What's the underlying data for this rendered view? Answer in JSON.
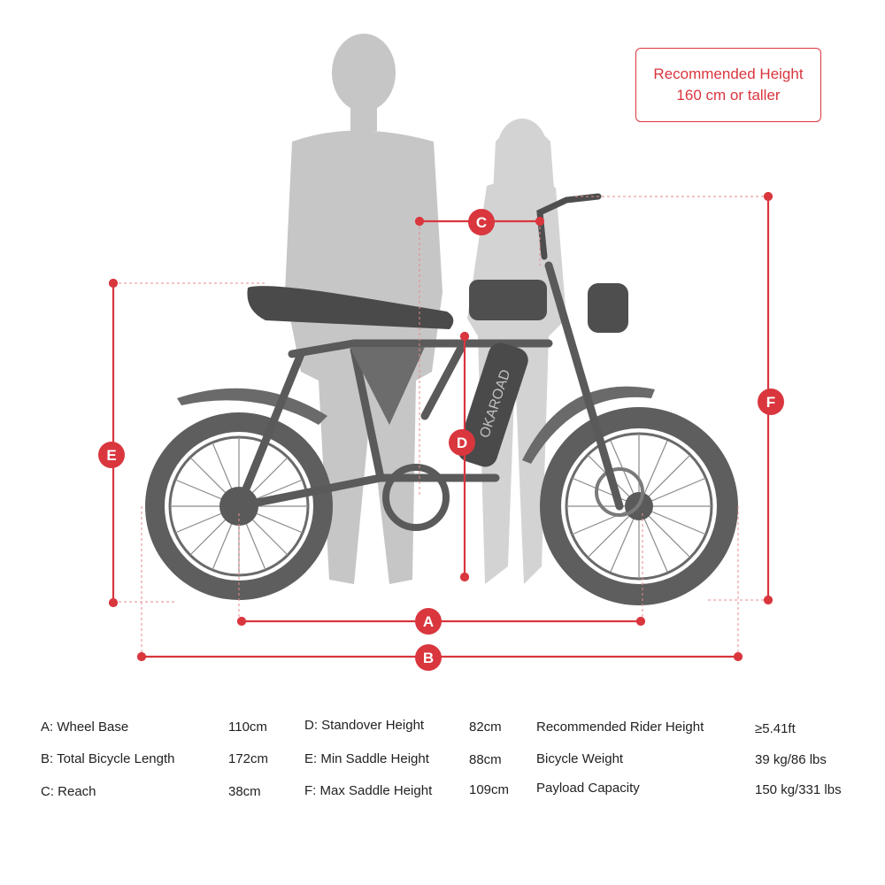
{
  "recommended": {
    "line1": "Recommended Height",
    "line2": "160 cm or taller"
  },
  "brand": "OKAROAD",
  "markers": {
    "a": "A",
    "b": "B",
    "c": "C",
    "d": "D",
    "e": "E",
    "f": "F"
  },
  "specs": [
    {
      "label": "A: Wheel Base",
      "value": "110cm"
    },
    {
      "label": "B: Total Bicycle Length",
      "value": "172cm"
    },
    {
      "label": "C: Reach",
      "value": "38cm"
    },
    {
      "label": "D: Standover Height",
      "value": "82cm"
    },
    {
      "label": "E: Min Saddle Height",
      "value": "88cm"
    },
    {
      "label": "F: Max Saddle Height",
      "value": "109cm"
    },
    {
      "label": "Recommended Rider Height",
      "value": "≥5.41ft"
    },
    {
      "label": "Bicycle Weight",
      "value": "39 kg/86 lbs"
    },
    {
      "label": "Payload Capacity",
      "value": "150 kg/331 lbs"
    }
  ],
  "colors": {
    "accent": "#d9363e",
    "silhouette": "#c4c4c4",
    "bike": "#5f5f5f"
  }
}
